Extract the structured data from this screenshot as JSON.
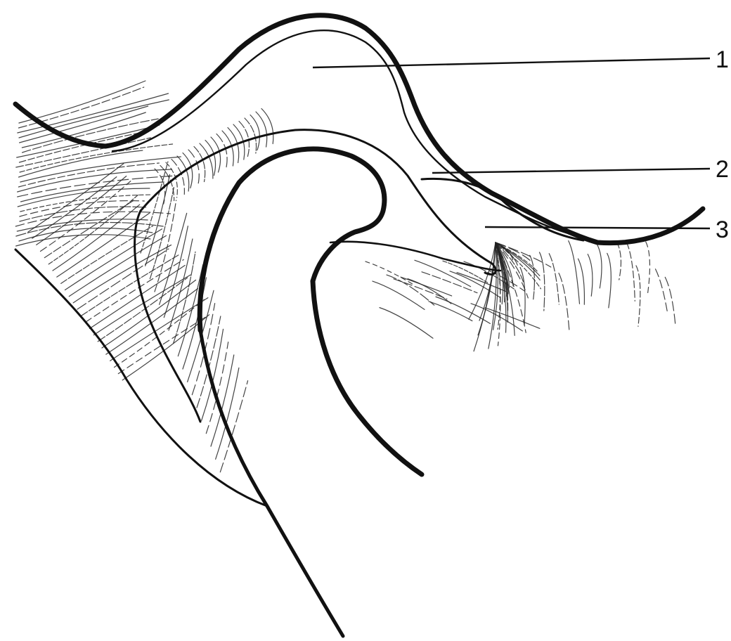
{
  "diagram": {
    "labels": [
      "1",
      "2",
      "3"
    ]
  },
  "colors": {
    "ink": "#111111",
    "background": "#ffffff"
  }
}
